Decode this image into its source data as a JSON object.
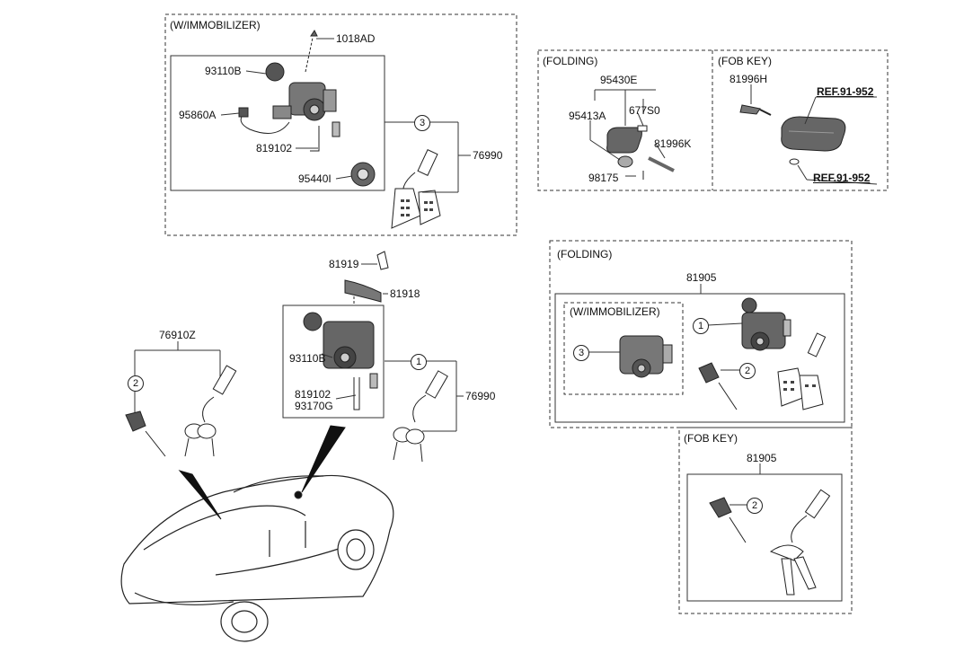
{
  "sections": {
    "immobilizer_top": "(W/IMMOBILIZER)",
    "folding_top": "(FOLDING)",
    "fob_key_top": "(FOB KEY)",
    "folding_right": "(FOLDING)",
    "immobilizer_inner": "(W/IMMOBILIZER)",
    "fob_key_bottom": "(FOB KEY)"
  },
  "parts": {
    "p1018AD": "1018AD",
    "p93110B_top": "93110B",
    "p95860A": "95860A",
    "p819102_top": "819102",
    "p95440I": "95440I",
    "p76990_top": "76990",
    "p95430E": "95430E",
    "p95413A": "95413A",
    "p677S0": "677S0",
    "p81996K": "81996K",
    "p98175": "98175",
    "p81996H": "81996H",
    "ref1": "REF.91-952",
    "ref2": "REF.91-952",
    "p81919": "81919",
    "p81918": "81918",
    "p93110B_mid": "93110B",
    "p819102_mid": "819102",
    "p93170G": "93170G",
    "p76990_mid": "76990",
    "p76910Z": "76910Z",
    "p81905_folding": "81905",
    "p81905_fob": "81905"
  },
  "callouts": {
    "c3_top": "3",
    "c1_mid": "1",
    "c2_left": "2",
    "c3_right": "3",
    "c1_right": "1",
    "c2_right": "2",
    "c2_fob": "2"
  }
}
